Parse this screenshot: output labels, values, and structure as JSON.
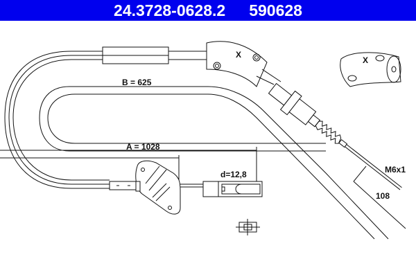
{
  "header": {
    "part_number": "24.3728-0628.2",
    "reference_number": "590628",
    "background_color": "#0000ee",
    "text_color": "#ffffff"
  },
  "diagram": {
    "title": "Clutch cable technical drawing",
    "dimensions": {
      "A": "A = 1028",
      "B": "B = 625",
      "d": "d=12,8",
      "thread": "M6x1",
      "end_length": "108"
    },
    "detail_markers": {
      "x_main": "X",
      "x_detail": "X"
    },
    "icons": [
      "cable-outline",
      "bracket-flange",
      "end-fitting",
      "detail-x-fitting",
      "terminal-symbol"
    ]
  }
}
